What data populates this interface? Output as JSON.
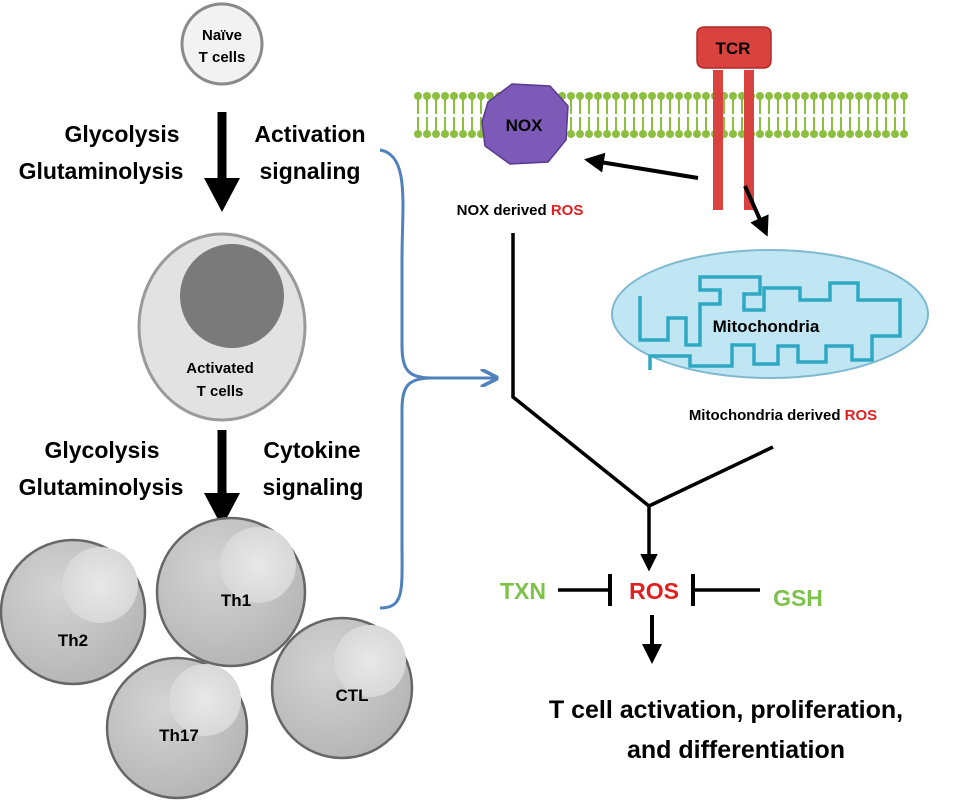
{
  "colors": {
    "ros": "#e02020",
    "txn_gsh": "#7ec24a",
    "membrane": "#8cbf3f",
    "tcr": "#d9433f",
    "nox": "#7d5ab8",
    "mito": "#bfe6f2",
    "bracket": "#4f81bd",
    "cell": "#c6c6c6"
  },
  "naive": {
    "line1": "Naïve",
    "line2": "T cells"
  },
  "left_top": {
    "met1": "Glycolysis",
    "met2": "Glutaminolysis",
    "sig1": "Activation",
    "sig2": "signaling"
  },
  "activated": {
    "line1": "Activated",
    "line2": "T cells"
  },
  "left_bottom": {
    "met1": "Glycolysis",
    "met2": "Glutaminolysis",
    "sig1": "Cytokine",
    "sig2": "signaling"
  },
  "subsets": {
    "th2": "Th2",
    "th1": "Th1",
    "th17": "Th17",
    "ctl": "CTL"
  },
  "receptors": {
    "tcr": "TCR",
    "nox": "NOX"
  },
  "nox_ros": {
    "prefix": "NOX derived ",
    "ros": "ROS"
  },
  "mito": {
    "label": "Mitochondria"
  },
  "mito_ros": {
    "prefix": "Mitochondria derived ",
    "ros": "ROS"
  },
  "regulation": {
    "txn": "TXN",
    "ros": "ROS",
    "gsh": "GSH"
  },
  "outcome": {
    "line1": "T cell activation, proliferation,",
    "line2": "and differentiation"
  }
}
